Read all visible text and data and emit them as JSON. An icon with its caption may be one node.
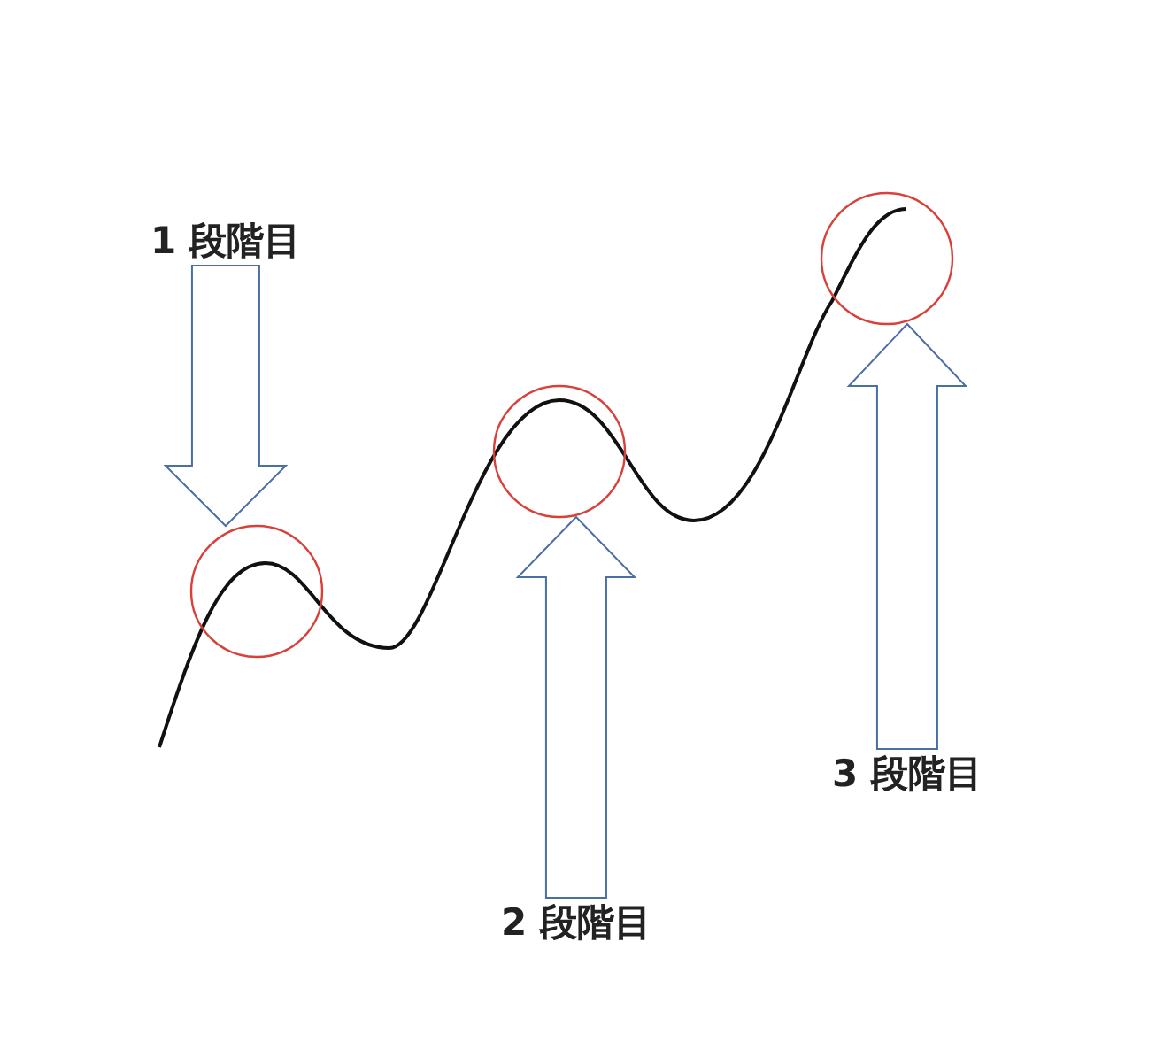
{
  "diagram": {
    "nodes": [
      {
        "text": [
          "1 段階目"
        ]
      },
      {
        "text": [],
        "shape": "circle"
      },
      {
        "text": [],
        "shape": "circle"
      },
      {
        "text": [],
        "shape": "circle"
      },
      {
        "text": [
          "2 段階目"
        ]
      },
      {
        "text": [
          "3 段階目"
        ]
      }
    ],
    "edges": [
      {
        "from": 0,
        "to": 1,
        "arrow": "to"
      },
      {
        "from": 4,
        "to": 2,
        "arrow": "to"
      },
      {
        "from": 5,
        "to": 3,
        "arrow": "to"
      }
    ]
  }
}
